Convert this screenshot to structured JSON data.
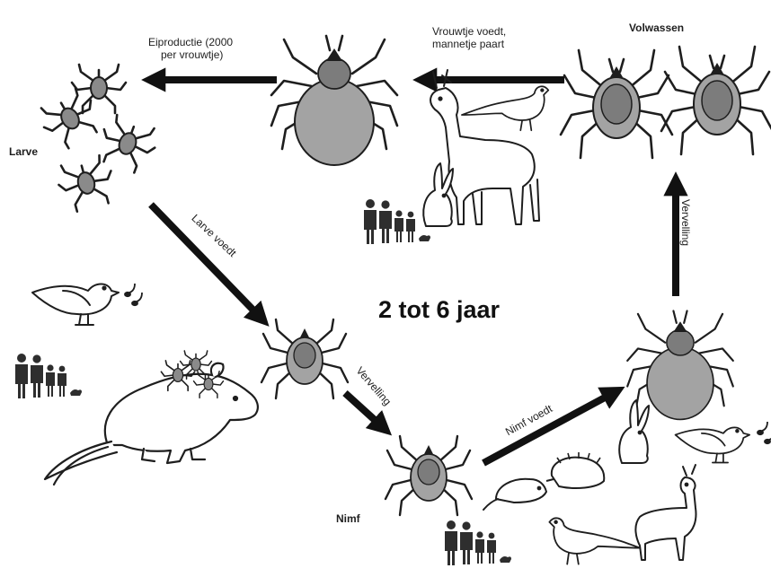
{
  "diagram": {
    "center_label": "2 tot 6 jaar",
    "stages": {
      "larva": "Larve",
      "nymph": "Nimf",
      "adult": "Volwassen"
    },
    "transitions": {
      "egg_production_line1": "Eiproductie (2000",
      "egg_production_line2": "per vrouwtje)",
      "female_feeds_line1": "Vrouwtje voedt,",
      "female_feeds_line2": "mannetje paart",
      "larva_feeds": "Larve voedt",
      "molt_1": "Vervelling",
      "nymph_feeds": "Nimf voedt",
      "molt_2": "Vervelling"
    },
    "colors": {
      "tick_body": "#a3a3a3",
      "tick_shield": "#7c7c7c",
      "ink": "#1e1e1e"
    },
    "icons": [
      "tick-icon",
      "larva-icon",
      "bird-icon",
      "deer-icon",
      "hare-icon",
      "rat-icon",
      "hedgehog-icon",
      "pheasant-icon",
      "family-icon",
      "music-note-icon"
    ]
  }
}
